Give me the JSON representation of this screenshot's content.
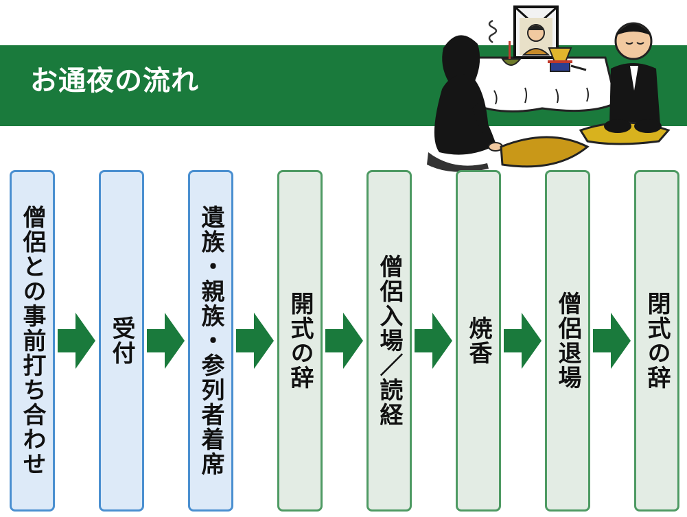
{
  "title": "お通夜の流れ",
  "colors": {
    "banner": "#1a7a3c",
    "arrow": "#1a7a3c",
    "pre_step_fill": "#ddeaf8",
    "pre_step_border": "#4a8fd0",
    "ceremony_step_fill": "#e3ece4",
    "ceremony_step_border": "#4e9a63"
  },
  "illustration": {
    "icon": "wake-ceremony-illustration"
  },
  "steps": [
    {
      "label": "僧侶との事前打ち合わせ",
      "group": "pre"
    },
    {
      "label": "受付",
      "group": "pre"
    },
    {
      "label": "遺族・親族・参列者着席",
      "group": "pre"
    },
    {
      "label": "開式の辞",
      "group": "ceremony"
    },
    {
      "label": "僧侶入場／読経",
      "group": "ceremony"
    },
    {
      "label": "焼香",
      "group": "ceremony"
    },
    {
      "label": "僧侶退場",
      "group": "ceremony"
    },
    {
      "label": "閉式の辞",
      "group": "ceremony"
    }
  ]
}
